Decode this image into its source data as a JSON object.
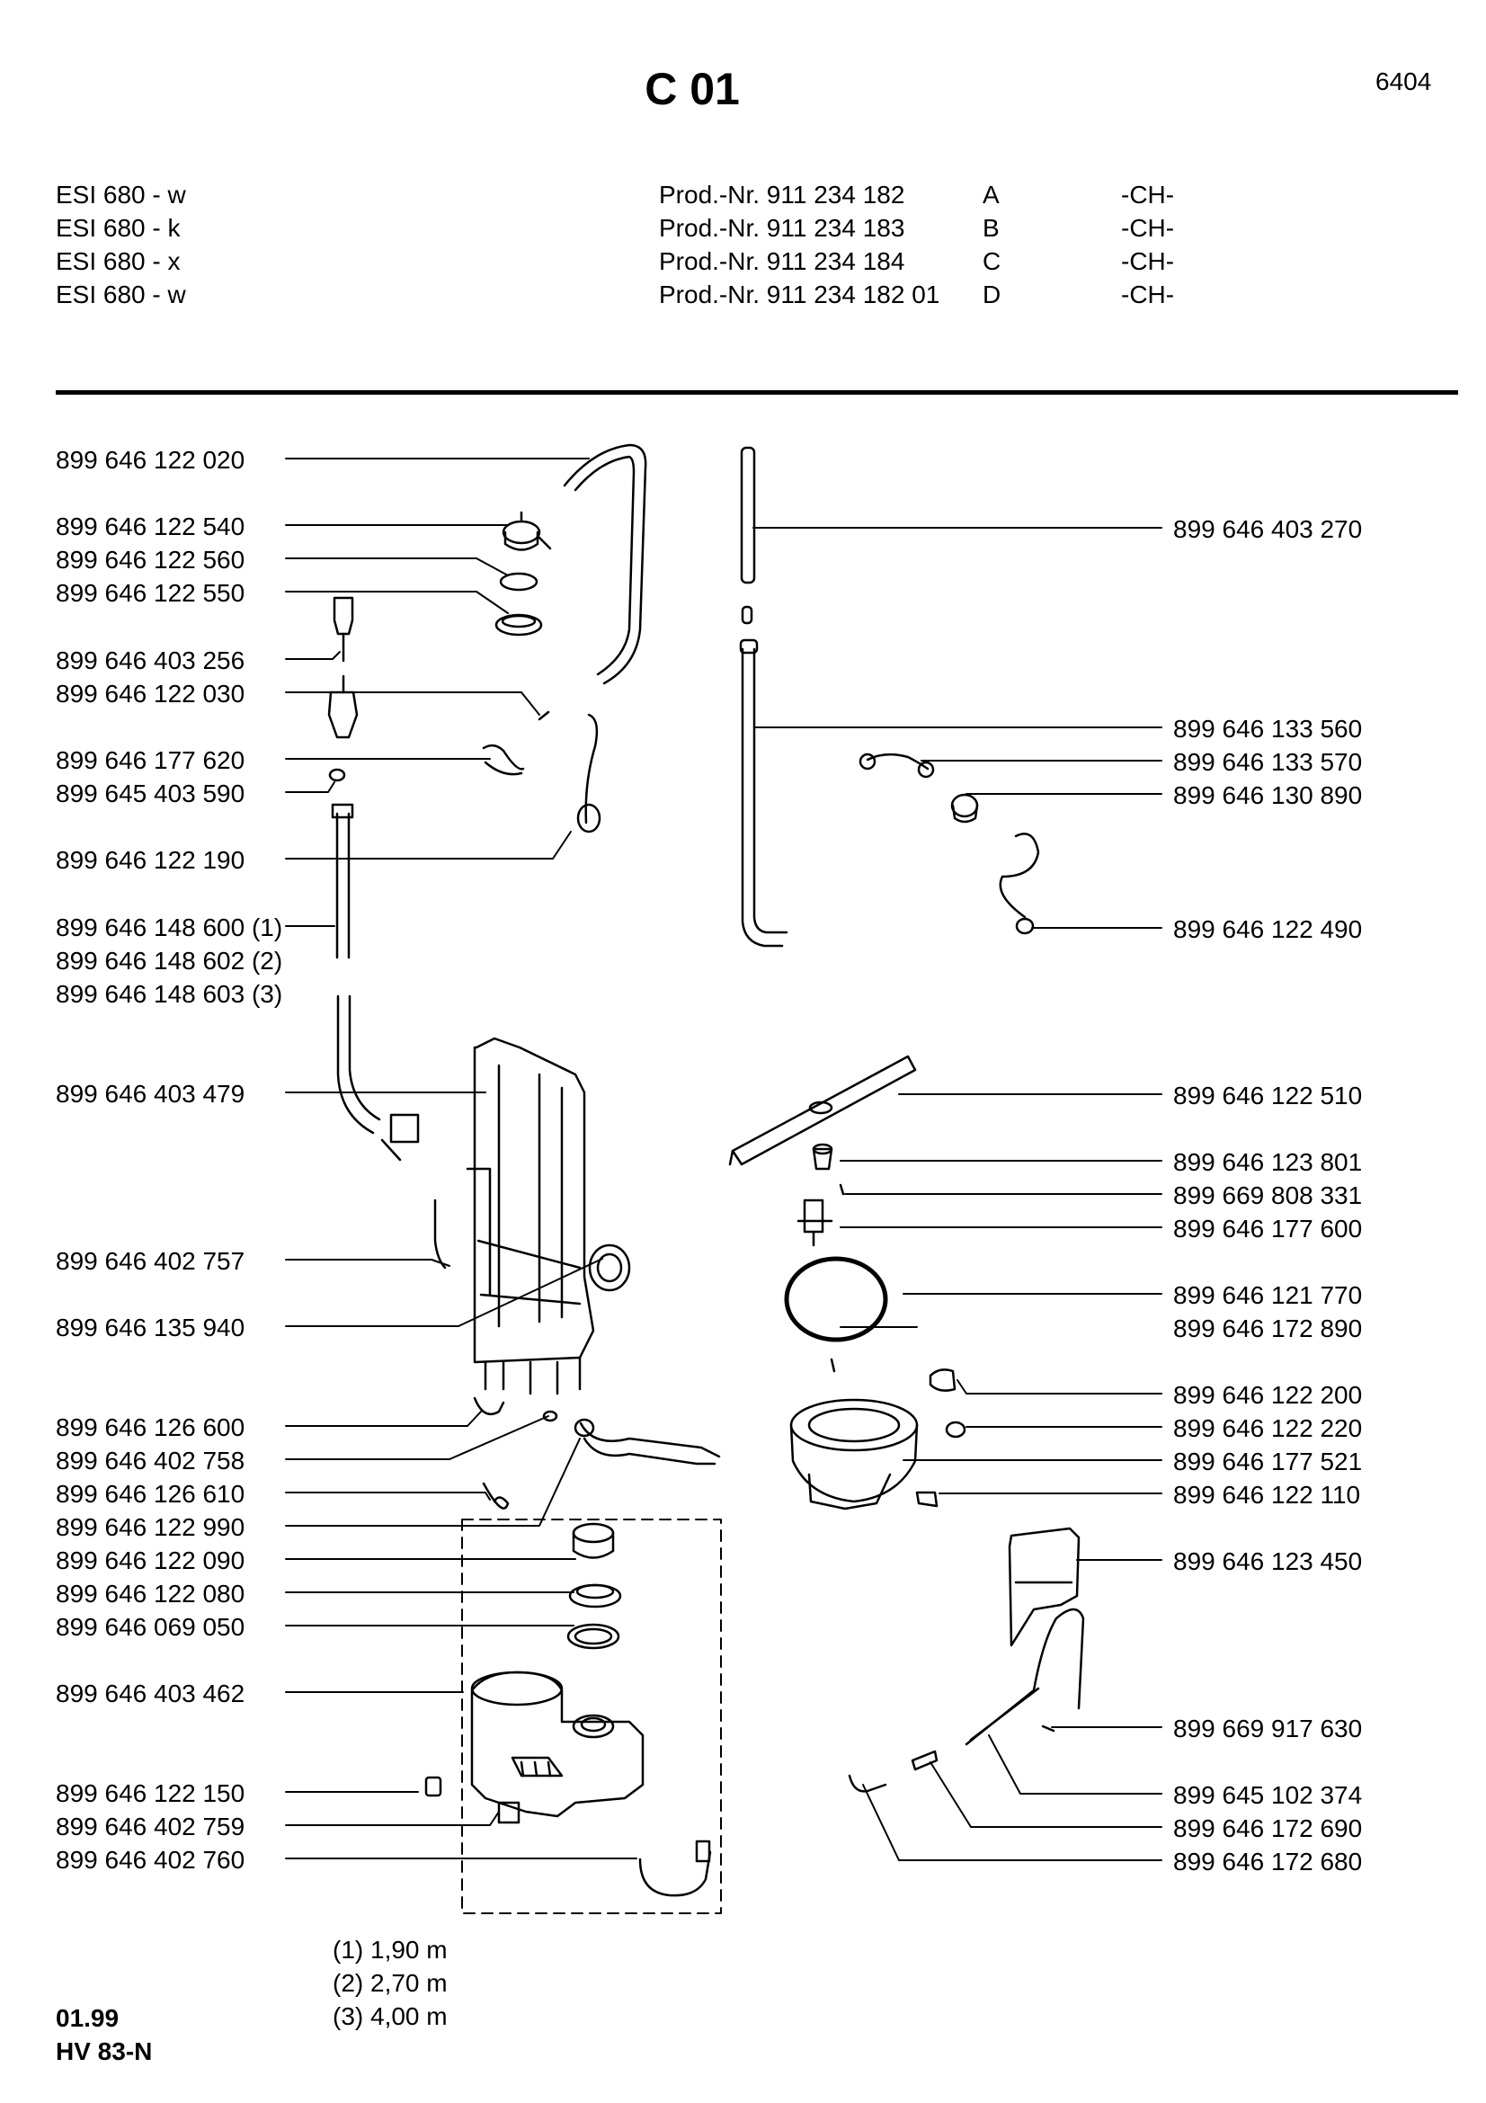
{
  "header": {
    "title": "C 01",
    "code": "6404",
    "models": [
      {
        "model": "ESI 680 - w",
        "prod": "Prod.-Nr. 911 234 182",
        "variant": "A",
        "country": "-CH-"
      },
      {
        "model": "ESI 680 - k",
        "prod": "Prod.-Nr. 911 234 183",
        "variant": "B",
        "country": "-CH-"
      },
      {
        "model": "ESI 680 - x",
        "prod": "Prod.-Nr. 911 234 184",
        "variant": "C",
        "country": "-CH-"
      },
      {
        "model": "ESI 680 - w",
        "prod": "Prod.-Nr. 911 234 182 01",
        "variant": "D",
        "country": "-CH-"
      }
    ]
  },
  "left_parts": [
    "899 646 122 020",
    "899 646 122 540",
    "899 646 122 560",
    "899 646 122 550",
    "899 646 403 256",
    "899 646 122 030",
    "899 646 177 620",
    "899 645 403 590",
    "899 646 122 190",
    "899 646 148 600 (1)",
    "899 646 148 602 (2)",
    "899 646 148 603 (3)",
    "899 646 403 479",
    "899 646 402 757",
    "899 646 135 940",
    "899 646 126 600",
    "899 646 402 758",
    "899 646 126 610",
    "899 646 122 990",
    "899 646 122 090",
    "899 646 122 080",
    "899 646 069 050",
    "899 646 403 462",
    "899 646 122 150",
    "899 646 402 759",
    "899 646 402 760"
  ],
  "right_parts": [
    "899 646 403 270",
    "899 646 133 560",
    "899 646 133 570",
    "899 646 130 890",
    "899 646 122 490",
    "899 646 122 510",
    "899 646 123 801",
    "899 669 808 331",
    "899 646 177 600",
    "899 646 121 770",
    "899 646 172 890",
    "899 646 122 200",
    "899 646 122 220",
    "899 646 177 521",
    "899 646 122 110",
    "899 646 123 450",
    "899 669 917 630",
    "899 645 102 374",
    "899 646 172 690",
    "899 646 172 680"
  ],
  "notes": [
    "(1) 1,90 m",
    "(2) 2,70 m",
    "(3) 4,00 m"
  ],
  "footer": {
    "date": "01.99",
    "doc": "HV 83-N"
  }
}
